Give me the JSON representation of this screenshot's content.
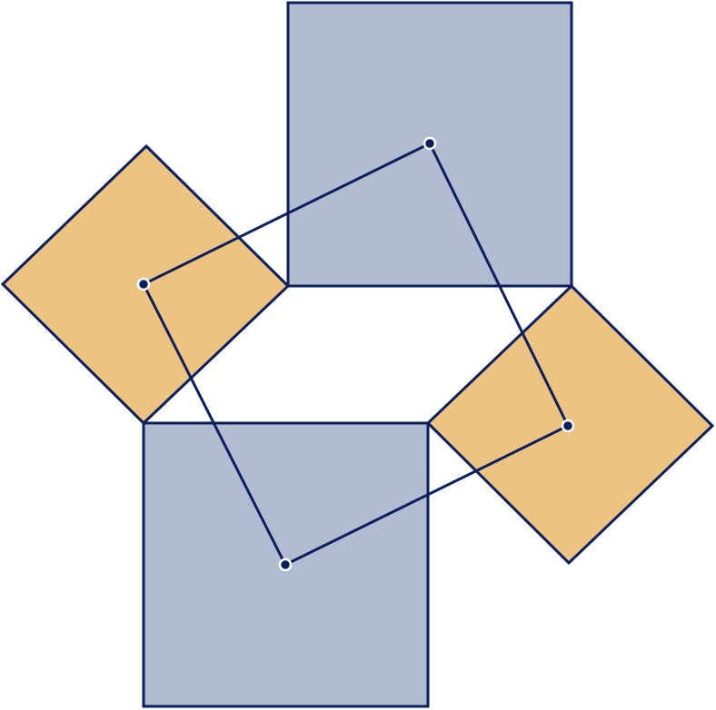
{
  "colors": {
    "background": "#ffffff",
    "square_large_fill": "#b1bcd3",
    "square_small_fill": "#edc382",
    "outline": "#0a1f5c",
    "vertex_fill": "#0a1f5c",
    "vertex_ring": "#ffffff"
  },
  "shapes": {
    "large_squares": [
      "upper-right-square",
      "lower-left-square"
    ],
    "small_squares": [
      "left-diamond",
      "right-diamond"
    ],
    "center_polygon": "rhombus-connecting-square-centers"
  }
}
